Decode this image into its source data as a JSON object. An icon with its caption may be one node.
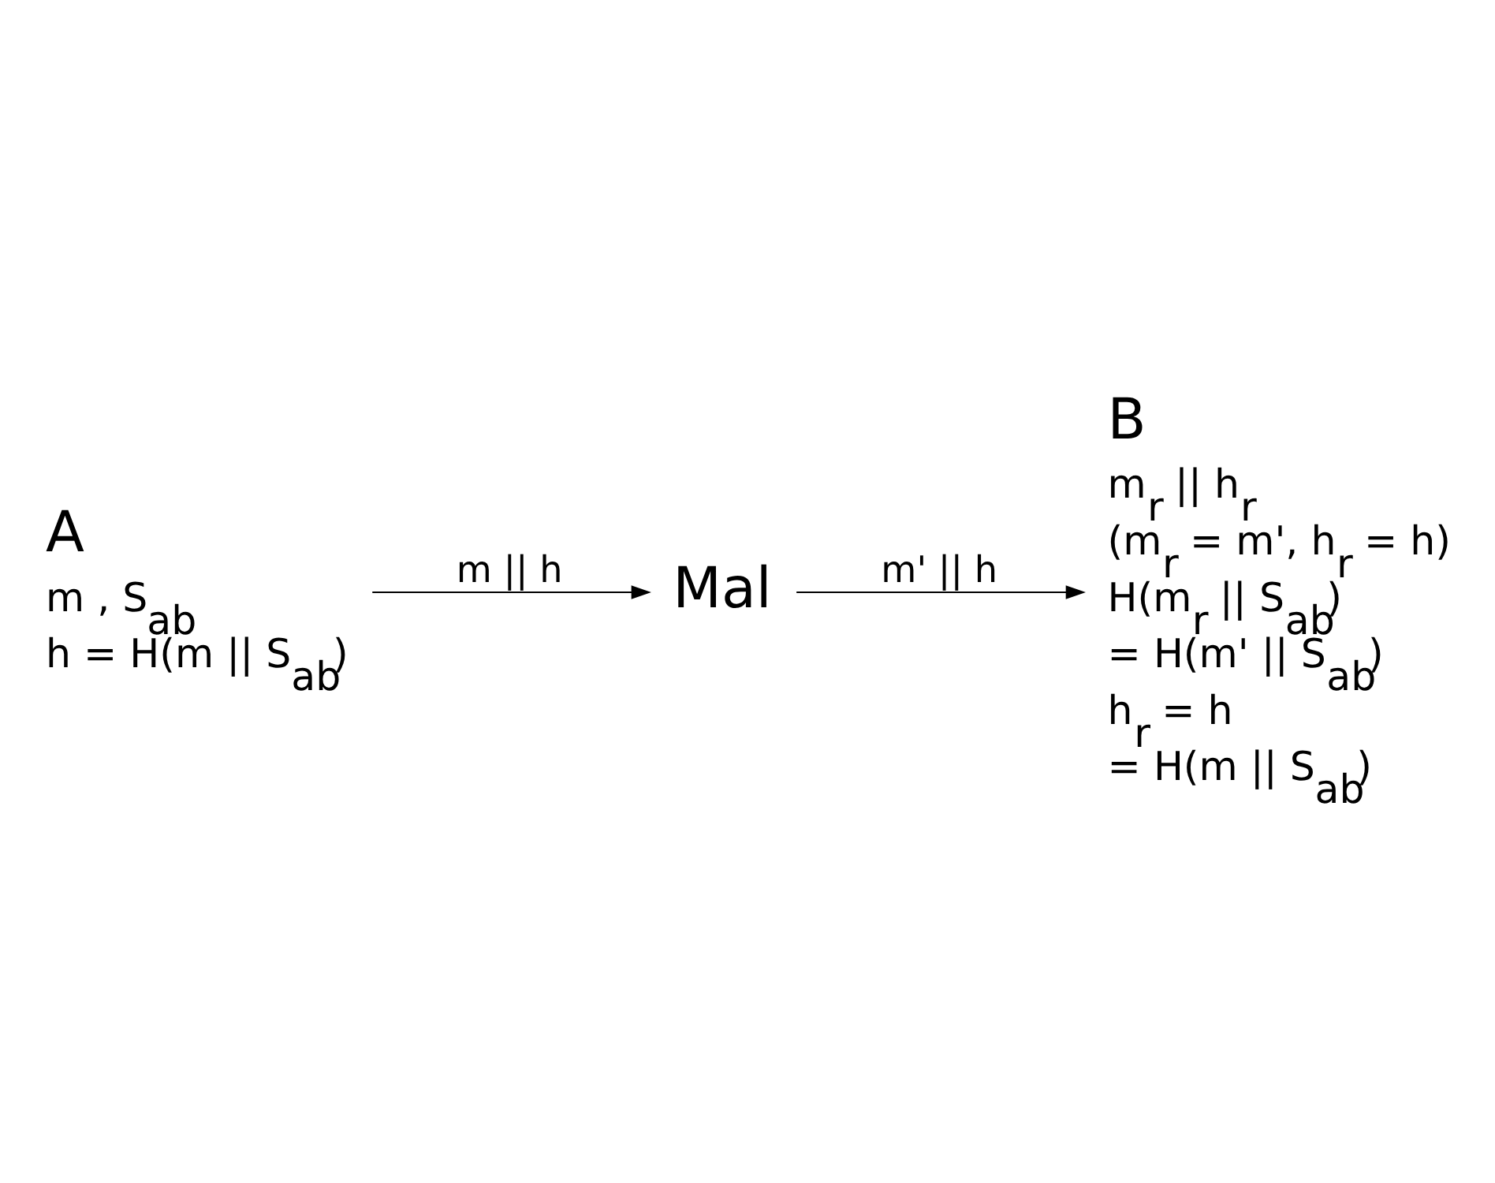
{
  "diagram": {
    "nodes": [
      {
        "text": [
          "A",
          "m , S$_{ab}$",
          "h = H(m || S$_{ab}$)"
        ]
      },
      {
        "text": [
          "Mal"
        ]
      },
      {
        "text": [
          "B",
          "m$_{r}$ || h$_{r}$",
          "(m$_{r}$ = m', h$_{r}$ = h)",
          "H(m$_{r}$ || S$_{ab}$)",
          "= H(m' || S$_{ab}$)",
          "h$_{r}$ = h",
          "= H(m || S$_{ab}$)"
        ]
      }
    ],
    "edges": [
      {
        "from": 0,
        "to": 1,
        "arrow": "to",
        "label": "m || h"
      },
      {
        "from": 1,
        "to": 2,
        "arrow": "to",
        "label": "m' || h"
      }
    ]
  }
}
